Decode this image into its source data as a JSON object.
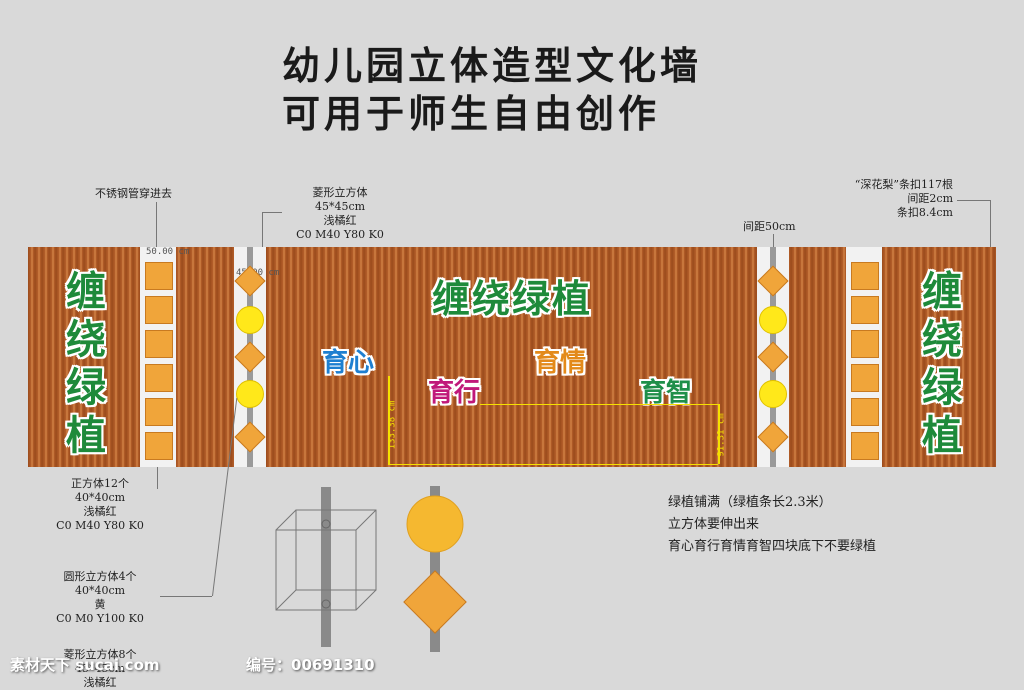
{
  "title": {
    "line1": "幼儿园立体造型文化墙",
    "line2": "可用于师生自由创作"
  },
  "annotations": {
    "pipe": "不锈钢管穿进去",
    "diamond_title": "菱形立方体",
    "diamond_size": "45*45cm",
    "diamond_color": "浅橘红",
    "diamond_cmyk": "C0 M40 Y80 K0",
    "spacing50": "间距50cm",
    "strip_name": "“深花梨”条扣117根",
    "strip_gap": "间距2cm",
    "strip_width": "条扣8.4cm",
    "square_title": "正方体12个",
    "square_size": "40*40cm",
    "square_color": "浅橘红",
    "square_cmyk": "C0 M40 Y80 K0",
    "round_title": "圆形立方体4个",
    "round_size": "40*40cm",
    "round_color": "黄",
    "round_cmyk": "C0 M0 Y100 K0",
    "diamond2_title": "菱形立方体8个",
    "diamond2_size": "45*45cm",
    "diamond2_color": "浅橘红"
  },
  "dims": {
    "w50": "50.00 cm",
    "w45": "45.00 cm",
    "h1": "133.38 cm",
    "h2": "91.31 cm"
  },
  "wall_text": {
    "center": "缠绕绿植",
    "left": [
      "缠",
      "绕",
      "绿",
      "植"
    ],
    "right": [
      "缠",
      "绕",
      "绿",
      "植"
    ],
    "yuxin": "育心",
    "yuxing": "育行",
    "yuqing": "育情",
    "yuzhi": "育智"
  },
  "notes_bottom": [
    "绿植铺满（绿植条长2.3米）",
    "立方体要伸出来",
    "育心育行育情育智四块底下不要绿植"
  ],
  "watermark": {
    "site": "素材天下 sucai.com",
    "code_label": "编号：",
    "code": "00691310"
  },
  "colors": {
    "wood": "#b5602a",
    "orange": "#f0a53a",
    "yellow": "#ffe81a",
    "green": "#1e8a3a",
    "blue": "#1e7fd0",
    "magenta": "#c0187a",
    "orange_text": "#e38a1a",
    "green2": "#1f8f4a"
  }
}
